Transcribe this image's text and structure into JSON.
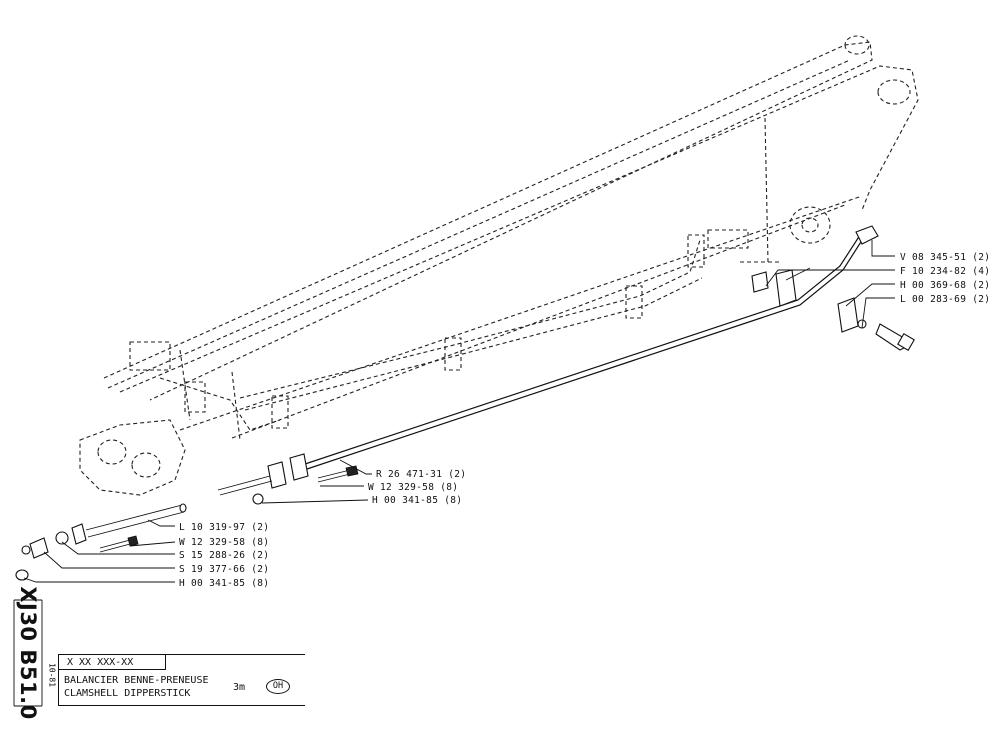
{
  "drawing": {
    "parts": [
      {
        "ref": "V 08 345-51 (2)"
      },
      {
        "ref": "F 10 234-82 (4)"
      },
      {
        "ref": "H 00 369-68 (2)"
      },
      {
        "ref": "L 00 283-69 (2)"
      },
      {
        "ref": "R 26 471-31 (2)"
      },
      {
        "ref": "W 12 329-58 (8)"
      },
      {
        "ref": "H 00 341-85 (8)"
      },
      {
        "ref": "L 10 319-97 (2)"
      },
      {
        "ref": "W 12 329-58 (8)"
      },
      {
        "ref": "S 15 288-26 (2)"
      },
      {
        "ref": "S 19 377-66 (2)"
      },
      {
        "ref": "H 00 341-85 (8)"
      }
    ]
  },
  "title_block": {
    "side_code": "XJ30 B51.0",
    "date": "10-81",
    "part_number": "X XX XXX-XX",
    "title_fr": "BALANCIER BENNE-PRENEUSE",
    "title_en": "CLAMSHELL DIPPERSTICK",
    "length": "3m",
    "badge": "OH"
  }
}
